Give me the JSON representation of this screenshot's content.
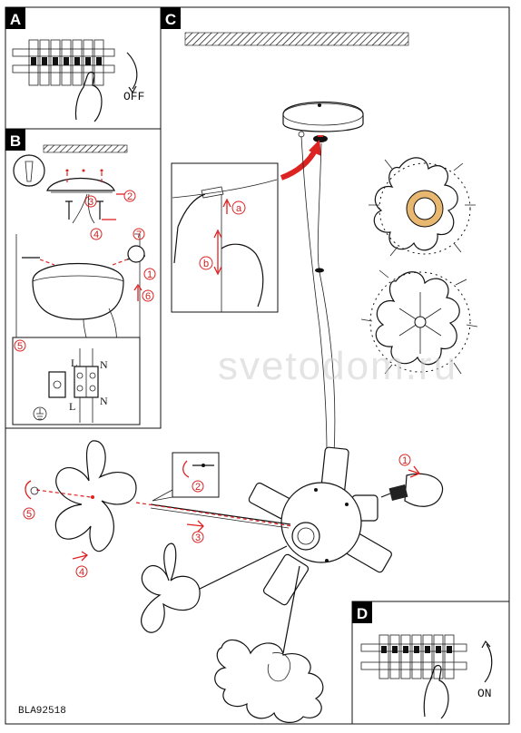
{
  "panels": {
    "a": {
      "letter": "A",
      "switch_state": "OFF"
    },
    "b": {
      "letter": "B",
      "steps": [
        "2",
        "3",
        "4",
        "7",
        "1",
        "6",
        "5"
      ],
      "terminal_labels": [
        "L",
        "N",
        "L",
        "N"
      ]
    },
    "c": {
      "letter": "C",
      "callouts": [
        "a",
        "b"
      ],
      "steps": [
        "1",
        "2",
        "3",
        "4",
        "5"
      ]
    },
    "d": {
      "letter": "D",
      "switch_state": "ON"
    }
  },
  "watermark": "svetodom.ru",
  "product_code": "BLA92518",
  "colors": {
    "accent_red": "#d22222",
    "ink": "#111111",
    "badge": "#000000",
    "highlight": "#e8b870"
  }
}
